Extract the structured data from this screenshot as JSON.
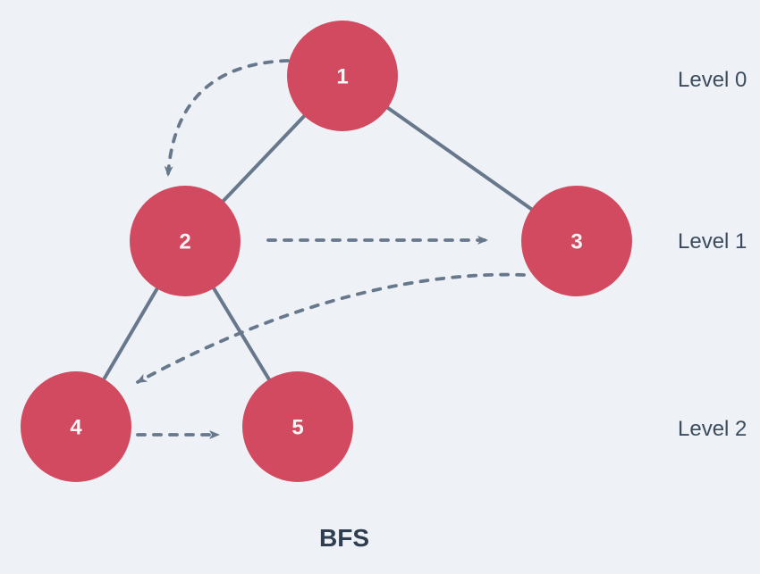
{
  "diagram": {
    "title": "BFS",
    "nodes": [
      {
        "label": "1"
      },
      {
        "label": "2"
      },
      {
        "label": "3"
      },
      {
        "label": "4"
      },
      {
        "label": "5"
      }
    ],
    "levels": [
      {
        "label": "Level 0"
      },
      {
        "label": "Level 1"
      },
      {
        "label": "Level 2"
      }
    ],
    "tree_edges": [
      [
        "1",
        "2"
      ],
      [
        "1",
        "3"
      ],
      [
        "2",
        "4"
      ],
      [
        "2",
        "5"
      ]
    ],
    "traversal_arrows": [
      [
        "1",
        "2"
      ],
      [
        "2",
        "3"
      ],
      [
        "3",
        "4"
      ],
      [
        "4",
        "5"
      ]
    ]
  },
  "colors": {
    "background": "#eef1f5",
    "node_fill": "#d14a5f",
    "node_label": "#faf5f4",
    "edge": "#68788c",
    "arrow": "#68788c",
    "level_label": "#3c4c5e",
    "title": "#2e3d4f"
  }
}
